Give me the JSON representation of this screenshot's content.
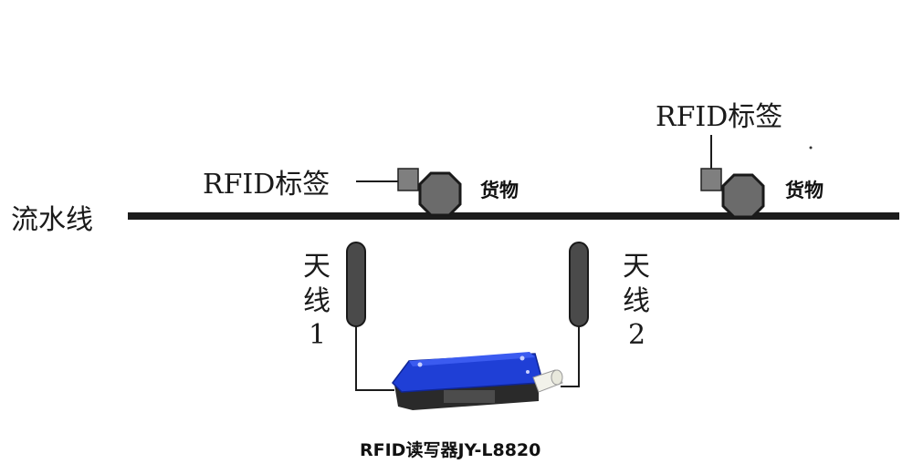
{
  "conveyor": {
    "label": "流水线"
  },
  "tags": [
    {
      "label": "RFID标签"
    },
    {
      "label": "RFID标签"
    }
  ],
  "goods": [
    {
      "label": "货物"
    },
    {
      "label": "货物"
    }
  ],
  "antennas": [
    {
      "char1": "天",
      "char2": "线",
      "number": "1"
    },
    {
      "char1": "天",
      "char2": "线",
      "number": "2"
    }
  ],
  "reader": {
    "caption": "RFID读写器JY-L8820"
  },
  "colors": {
    "line": "#1c1c1c",
    "tag_fill": "#7f7f7f",
    "goods_fill": "#6b6b6b",
    "antenna_fill": "#4a4a4a",
    "reader_body": "#1f3fd6",
    "reader_base": "#2a2a2a",
    "connector": "#f2f2ea"
  }
}
